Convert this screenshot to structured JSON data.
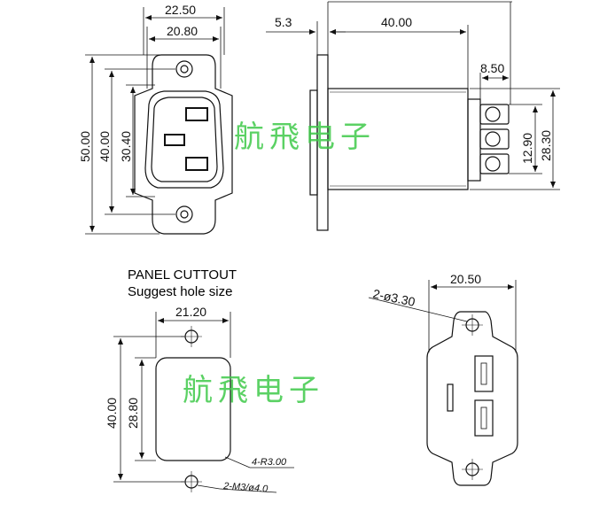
{
  "front_view": {
    "width_outer": "22.50",
    "width_inner": "20.80",
    "height_outer": "50.00",
    "height_mount": "40.00",
    "height_body": "30.40"
  },
  "side_view": {
    "flange": "5.3",
    "depth": "40.00",
    "terminal": "8.50",
    "term_pitch": "12.90",
    "term_span": "28.30"
  },
  "panel_cutout": {
    "title": "PANEL CUTTOUT",
    "subtitle": "Suggest hole size",
    "width": "21.20",
    "height_outer": "40.00",
    "height_inner": "28.80",
    "radius_note": "4-R3.00",
    "hole_note": "2-M3/ø4.0"
  },
  "rear_view": {
    "width": "20.50",
    "hole_note": "2-ø3.30"
  },
  "watermark": "航飛电子",
  "colors": {
    "line": "#111111",
    "watermark": "#3fc94a"
  }
}
